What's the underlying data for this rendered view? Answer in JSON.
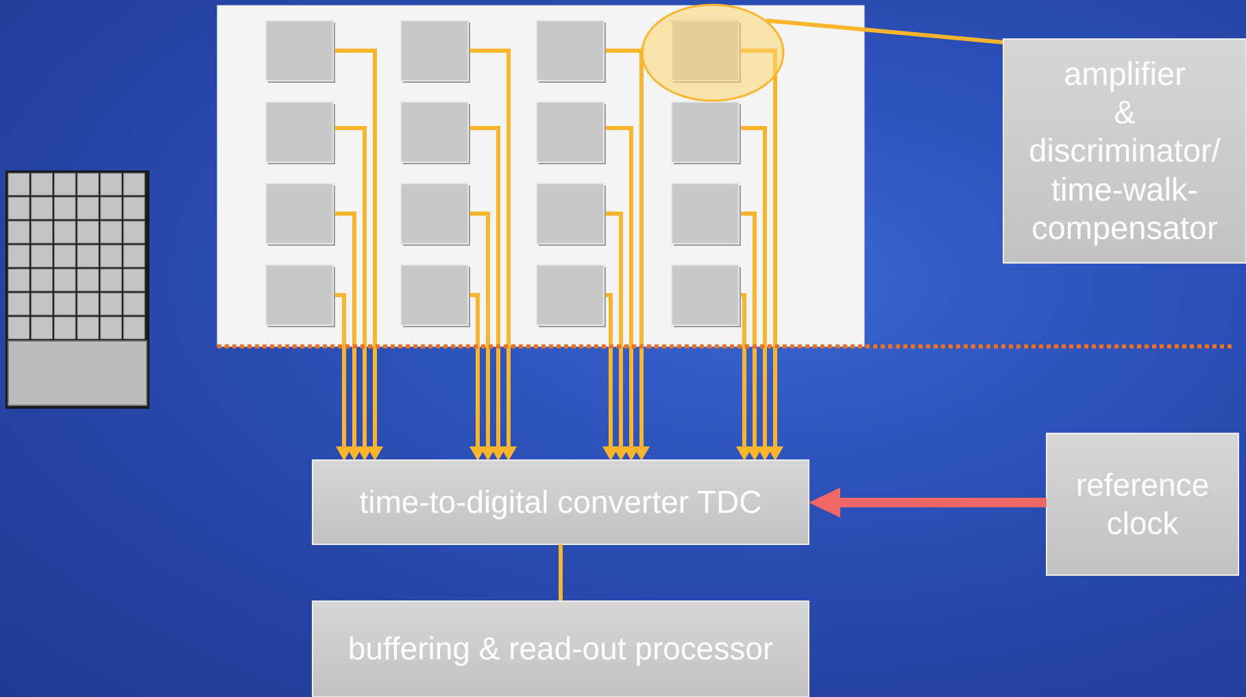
{
  "colors": {
    "background": "#2b4fb8",
    "block": "#c8c8c8",
    "panel": "#f4f4f4",
    "signal_line": "#fbb52a",
    "clock_arrow": "#f26666",
    "boundary": "#f07020",
    "text": "#ffffff"
  },
  "detector_grid": {
    "rows": 7,
    "cols": 6
  },
  "pixel_array": {
    "rows": 4,
    "cols": 4
  },
  "highlight": {
    "row": 1,
    "col": 4
  },
  "callout": {
    "lines": [
      "amplifier",
      "&",
      "discriminator/",
      "time-walk-",
      "compensator"
    ]
  },
  "tdc": {
    "label": "time-to-digital converter TDC"
  },
  "buffer": {
    "label": "buffering & read-out processor"
  },
  "clock": {
    "lines": [
      "reference",
      "clock"
    ]
  }
}
